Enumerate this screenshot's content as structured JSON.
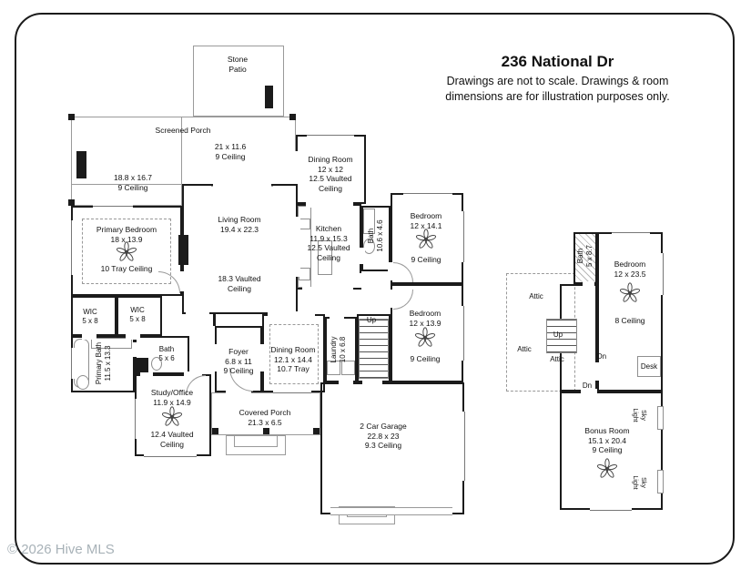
{
  "header": {
    "title": "236 National Dr",
    "disclaimer1": "Drawings are not to scale. Drawings & room",
    "disclaimer2": "dimensions are for illustration purposes only."
  },
  "watermark": "© 2026 Hive MLS",
  "main_floor": {
    "stone_patio": {
      "name": "Stone Patio"
    },
    "screened_porch": {
      "name": "Screened Porch",
      "dims": "21 x 11.6",
      "ceiling": "9 Ceiling"
    },
    "porch_sitting": {
      "dims": "18.8 x 16.7",
      "ceiling": "9 Ceiling"
    },
    "living_room": {
      "name": "Living Room",
      "dims": "19.4 x 22.3",
      "ceiling": "18.3 Vaulted Ceiling"
    },
    "dining_room_front": {
      "name": "Dining Room",
      "dims": "12 x 12",
      "ceiling": "12.5 Vaulted Ceiling"
    },
    "kitchen": {
      "name": "Kitchen",
      "dims": "11.9 x 15.3",
      "ceiling": "12.5 Vaulted Ceiling"
    },
    "hall_bath": {
      "name": "Bath",
      "dims": "10.6 x 4.6"
    },
    "bedroom_front": {
      "name": "Bedroom",
      "dims": "12 x 14.1",
      "ceiling": "9 Ceiling"
    },
    "primary_bedroom": {
      "name": "Primary Bedroom",
      "dims": "18 x 13.9",
      "ceiling": "10 Tray Ceiling"
    },
    "wic_left": {
      "name": "WIC",
      "dims": "5 x 8"
    },
    "wic_right": {
      "name": "WIC",
      "dims": "5 x 8"
    },
    "primary_bath": {
      "name": "Primary Bath",
      "dims": "11.5 x 13.3"
    },
    "bath_small": {
      "name": "Bath",
      "dims": "5 x 6"
    },
    "study_office": {
      "name": "Study/Office",
      "dims": "11.9 x 14.9",
      "ceiling": "12.4 Vaulted Ceiling"
    },
    "foyer": {
      "name": "Foyer",
      "dims": "6.8 x 11",
      "ceiling": "9 Ceiling"
    },
    "dining_room_center": {
      "name": "Dining Room",
      "dims": "12.1 x 14.4",
      "ceiling": "10.7 Tray"
    },
    "laundry": {
      "name": "Laundry",
      "dims": "10 x 6.8"
    },
    "bedroom_mid": {
      "name": "Bedroom",
      "dims": "12 x 13.9",
      "ceiling": "9 Ceiling"
    },
    "covered_porch": {
      "name": "Covered Porch",
      "dims": "21.3 x 6.5"
    },
    "garage": {
      "name": "2 Car Garage",
      "dims": "22.8 x 23",
      "ceiling": "9.3 Ceiling"
    }
  },
  "second_floor": {
    "bath": {
      "name": "Bath",
      "dims": "5 x 8.7"
    },
    "bedroom": {
      "name": "Bedroom",
      "dims": "12 x 23.5",
      "ceiling": "8 Ceiling"
    },
    "bonus_room": {
      "name": "Bonus Room",
      "dims": "15.1 x 20.4",
      "ceiling": "9 Ceiling"
    },
    "desk": "Desk",
    "attic": "Attic",
    "sky_light": "Sky Light"
  },
  "nav_labels": {
    "up": "Up",
    "down": "Dn"
  }
}
